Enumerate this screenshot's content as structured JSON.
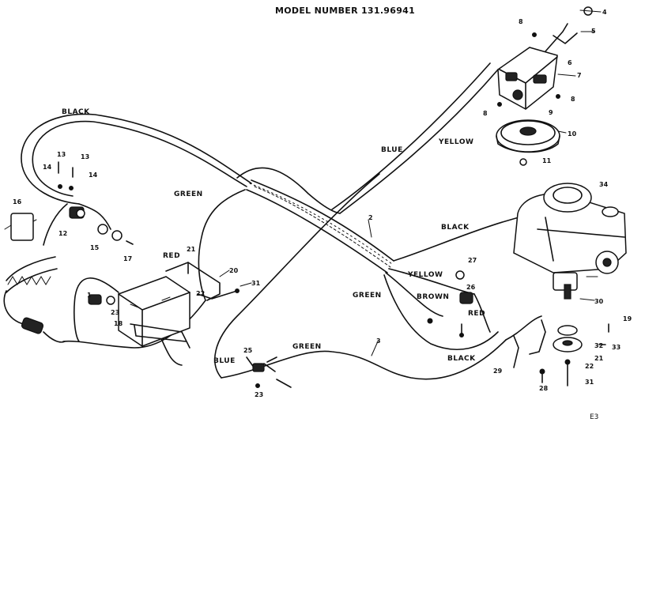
{
  "header": {
    "model_label": "MODEL NUMBER 131.96941"
  },
  "wire_colors": {
    "black_top": "BLACK",
    "green_left": "GREEN",
    "blue_top": "BLUE",
    "yellow_top": "YELLOW",
    "black_right": "BLACK",
    "yellow_mid": "YELLOW",
    "green_mid": "GREEN",
    "brown": "BROWN",
    "red_right": "RED",
    "black_bottom": "BLACK",
    "red_left": "RED",
    "blue_bottom": "BLUE",
    "green_bottom": "GREEN"
  },
  "part_numbers": {
    "p1": "1",
    "p2": "2",
    "p3": "3",
    "p4": "4",
    "p5": "5",
    "p6": "6",
    "p7": "7",
    "p8a": "8",
    "p8b": "8",
    "p8c": "8",
    "p9": "9",
    "p10": "10",
    "p11": "11",
    "p12": "12",
    "p13a": "13",
    "p13b": "13",
    "p14a": "14",
    "p14b": "14",
    "p15": "15",
    "p16": "16",
    "p17": "17",
    "p18": "18",
    "p19": "19",
    "p20": "20",
    "p21a": "21",
    "p21b": "21",
    "p22a": "22",
    "p22b": "22",
    "p23a": "23",
    "p23b": "23",
    "p25": "25",
    "p26": "26",
    "p27": "27",
    "p28": "28",
    "p29": "29",
    "p30": "30",
    "p31a": "31",
    "p31b": "31",
    "p32": "32",
    "p33": "33",
    "p34": "34"
  },
  "corner_code": "E3"
}
